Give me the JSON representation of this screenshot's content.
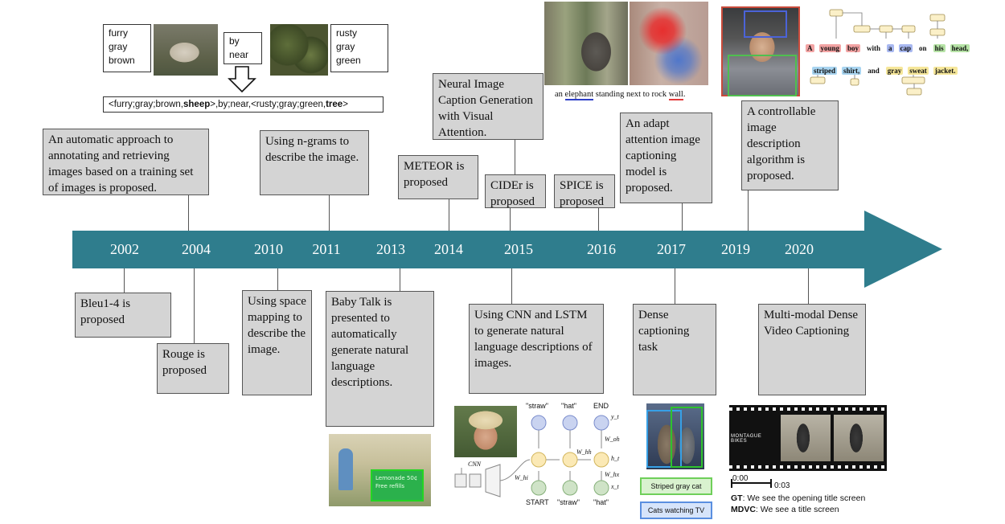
{
  "years": [
    "2002",
    "2004",
    "2010",
    "2011",
    "2013",
    "2014",
    "2015",
    "2016",
    "2017",
    "2019",
    "2020"
  ],
  "top_events": [
    {
      "id": "2004",
      "text": "An automatic approach to annotating and retrieving images based on a training set of images is proposed."
    },
    {
      "id": "2011",
      "text": "Using n-grams to describe the image."
    },
    {
      "id": "2014",
      "text": "METEOR is proposed"
    },
    {
      "id": "2014b",
      "text": "Neural Image Caption Generation with Visual Attention."
    },
    {
      "id": "2015",
      "text": "CIDEr is proposed"
    },
    {
      "id": "2016",
      "text": "SPICE is proposed"
    },
    {
      "id": "2017",
      "text": "An adapt attention image captioning model is proposed."
    },
    {
      "id": "2019",
      "text": "A controllable image description algorithm is proposed."
    }
  ],
  "bottom_events": [
    {
      "id": "2002",
      "text": "Bleu1-4 is proposed"
    },
    {
      "id": "2004",
      "text": "Rouge is proposed"
    },
    {
      "id": "2010",
      "text": "Using space mapping to describe the image."
    },
    {
      "id": "2013",
      "text": "Baby Talk is presented to automatically generate natural language descriptions."
    },
    {
      "id": "2015",
      "text": "Using CNN and LSTM to generate natural language descriptions of images."
    },
    {
      "id": "2017",
      "text": "Dense captioning task"
    },
    {
      "id": "2020",
      "text": "Multi-modal Dense Video Captioning"
    }
  ],
  "figure_sheep": {
    "left_words": "furry\ngray\nbrown",
    "mid_words": "by\nnear",
    "right_words": "rusty\ngray\ngreen",
    "triple_parts": [
      "<furry;gray;brown,",
      "sheep",
      ">,by;near,<rusty;gray;green,",
      "tree",
      ">"
    ]
  },
  "figure_elephant": {
    "caption_parts": [
      "an ",
      "elephant",
      " standing next to rock ",
      "wall",
      "."
    ]
  },
  "figure_control": {
    "line1": [
      {
        "t": "A",
        "c": ""
      },
      {
        "t": "young",
        "c": "#f2a3a3"
      },
      {
        "t": "boy",
        "c": "#f2a3a3"
      },
      {
        "t": "with",
        "c": ""
      },
      {
        "t": "a",
        "c": "#a8b8f0"
      },
      {
        "t": "cap",
        "c": "#a8b8f0"
      },
      {
        "t": "on",
        "c": ""
      },
      {
        "t": "his",
        "c": "#b6e3a6"
      },
      {
        "t": "head,",
        "c": "#b6e3a6"
      }
    ],
    "line2": [
      {
        "t": "striped",
        "c": "#a8d4f0"
      },
      {
        "t": "shirt,",
        "c": "#a8d4f0"
      },
      {
        "t": "and",
        "c": ""
      },
      {
        "t": "gray",
        "c": "#f6e79a"
      },
      {
        "t": "sweat",
        "c": "#f6e79a"
      },
      {
        "t": "jacket.",
        "c": "#f6e79a"
      }
    ]
  },
  "figure_lstm": {
    "top_labels": [
      "\"straw\"",
      "\"hat\"",
      "END"
    ],
    "bottom_labels": [
      "START",
      "\"straw\"",
      "\"hat\""
    ],
    "cnn_label": "CNN",
    "w_hi": "W_hi",
    "w_hh": "W_hh",
    "w_oh": "W_oh",
    "w_hx": "W_hx",
    "y_t": "y_t",
    "h_t": "h_t",
    "x_t": "x_t"
  },
  "figure_dense": {
    "green_label": "Striped gray cat",
    "blue_label": "Cats watching TV"
  },
  "figure_video": {
    "frame_text": "MONTAGUE BIKES",
    "time_start": "0:00",
    "time_end": "0:03",
    "gt_label": "GT",
    "gt_text": ": We see the opening title screen",
    "mdvc_label": "MDVC",
    "mdvc_text": ": We see a title screen"
  },
  "figure_babytalk": {
    "sign_line1": "Lemonade 50¢",
    "sign_line2": "Free refills"
  },
  "colors": {
    "arrow": "#2f7d8d",
    "box": "#d4d4d4",
    "red_underline": "#e23b3b",
    "blue_underline": "#2f3fc8"
  }
}
